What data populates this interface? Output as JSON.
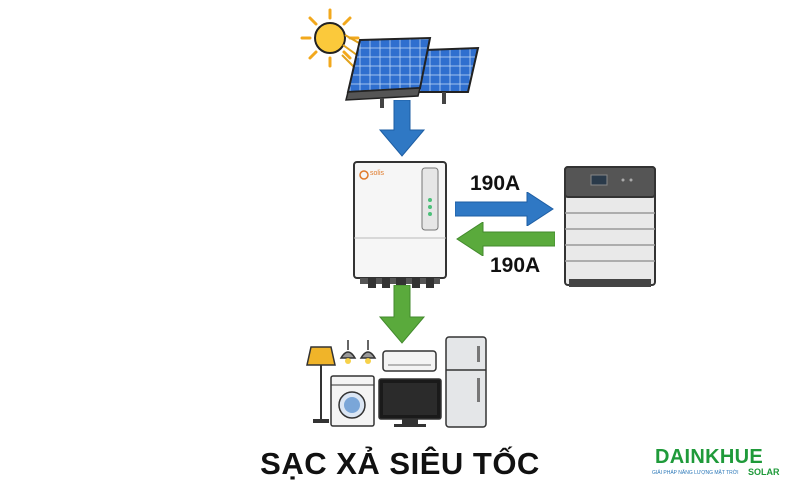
{
  "title": "SẠC XẢ SIÊU TỐC",
  "charge_arrow": {
    "label": "190A",
    "color": "#2f78c4"
  },
  "discharge_arrow": {
    "label": "190A",
    "color": "#5aaa3c"
  },
  "flow_colors": {
    "solar_to_inverter": "#2f78c4",
    "inverter_to_load": "#5aaa3c"
  },
  "inverter": {
    "brand": "solis"
  },
  "logo": {
    "brand": "DAINKHUE",
    "tagline": "GIẢI PHÁP NĂNG LƯỢNG MẶT TRỜI",
    "suffix": "SOLAR"
  },
  "icons": [
    "sun-icon",
    "solar-panel-icon",
    "inverter-icon",
    "battery-icon",
    "floor-lamp-icon",
    "ceiling-light-icon",
    "air-conditioner-icon",
    "washing-machine-icon",
    "tv-icon",
    "fridge-icon"
  ]
}
